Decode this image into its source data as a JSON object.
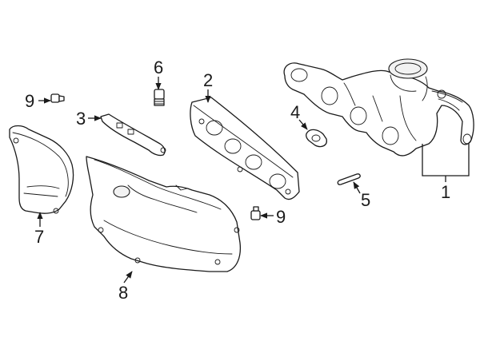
{
  "diagram": {
    "callouts": {
      "c1": "1",
      "c2": "2",
      "c3": "3",
      "c4": "4",
      "c5": "5",
      "c6": "6",
      "c7": "7",
      "c8": "8",
      "c9a": "9",
      "c9b": "9"
    }
  }
}
